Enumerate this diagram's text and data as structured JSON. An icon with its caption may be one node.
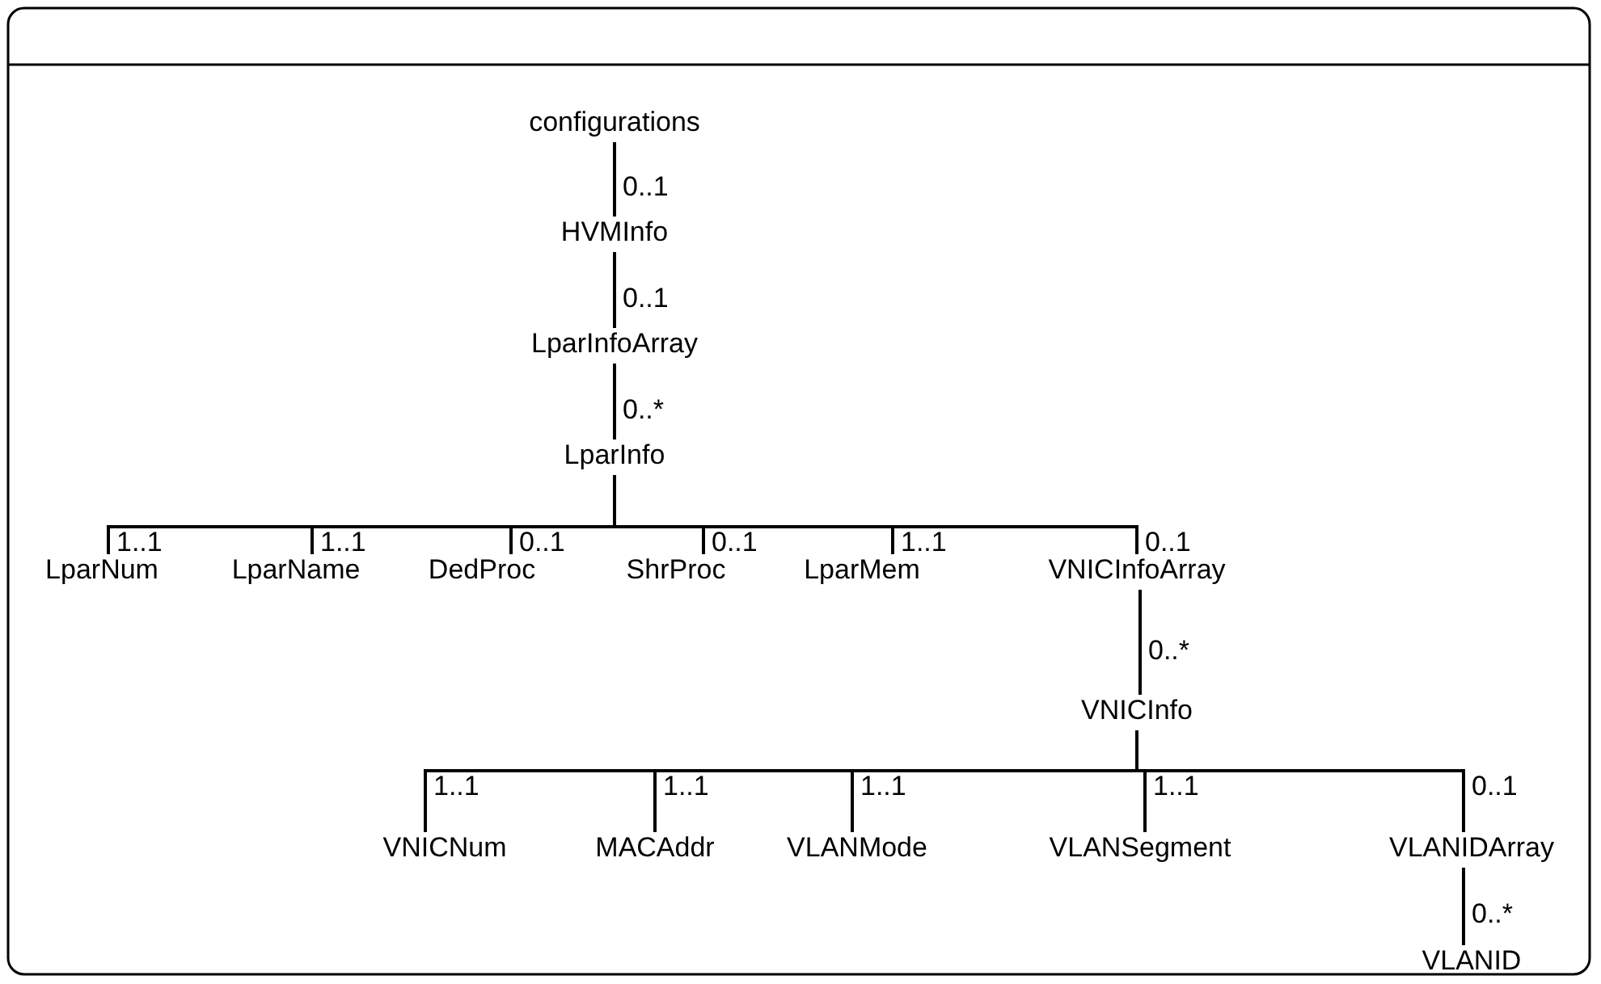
{
  "diagram": {
    "nodes": [
      {
        "text": [
          "configurations"
        ]
      },
      {
        "text": [
          "HVMInfo"
        ]
      },
      {
        "text": [
          "LparInfoArray"
        ]
      },
      {
        "text": [
          "LparInfo"
        ]
      },
      {
        "text": [
          "LparNum"
        ]
      },
      {
        "text": [
          "LparName"
        ]
      },
      {
        "text": [
          "DedProc"
        ]
      },
      {
        "text": [
          "ShrProc"
        ]
      },
      {
        "text": [
          "LparMem"
        ]
      },
      {
        "text": [
          "VNICInfoArray"
        ]
      },
      {
        "text": [
          "VNICInfo"
        ]
      },
      {
        "text": [
          "VNICNum"
        ]
      },
      {
        "text": [
          "MACAddr"
        ]
      },
      {
        "text": [
          "VLANMode"
        ]
      },
      {
        "text": [
          "VLANSegment"
        ]
      },
      {
        "text": [
          "VLANIDArray"
        ]
      },
      {
        "text": [
          "VLANID"
        ]
      }
    ],
    "edges": [
      {
        "from": 0,
        "to": 1,
        "arrow": "none",
        "label": "0..1"
      },
      {
        "from": 1,
        "to": 2,
        "arrow": "none",
        "label": "0..1"
      },
      {
        "from": 2,
        "to": 3,
        "arrow": "none",
        "label": "0..*"
      },
      {
        "from": 3,
        "to": 4,
        "arrow": "none",
        "label": "1..1"
      },
      {
        "from": 3,
        "to": 5,
        "arrow": "none",
        "label": "1..1"
      },
      {
        "from": 3,
        "to": 6,
        "arrow": "none",
        "label": "0..1"
      },
      {
        "from": 3,
        "to": 7,
        "arrow": "none",
        "label": "0..1"
      },
      {
        "from": 3,
        "to": 8,
        "arrow": "none",
        "label": "1..1"
      },
      {
        "from": 3,
        "to": 9,
        "arrow": "none",
        "label": "0..1"
      },
      {
        "from": 9,
        "to": 10,
        "arrow": "none",
        "label": "0..*"
      },
      {
        "from": 10,
        "to": 11,
        "arrow": "none",
        "label": "1..1"
      },
      {
        "from": 10,
        "to": 12,
        "arrow": "none",
        "label": "1..1"
      },
      {
        "from": 10,
        "to": 13,
        "arrow": "none",
        "label": "1..1"
      },
      {
        "from": 10,
        "to": 14,
        "arrow": "none",
        "label": "1..1"
      },
      {
        "from": 10,
        "to": 15,
        "arrow": "none",
        "label": "0..1"
      },
      {
        "from": 15,
        "to": 16,
        "arrow": "none",
        "label": "0..*"
      }
    ]
  }
}
